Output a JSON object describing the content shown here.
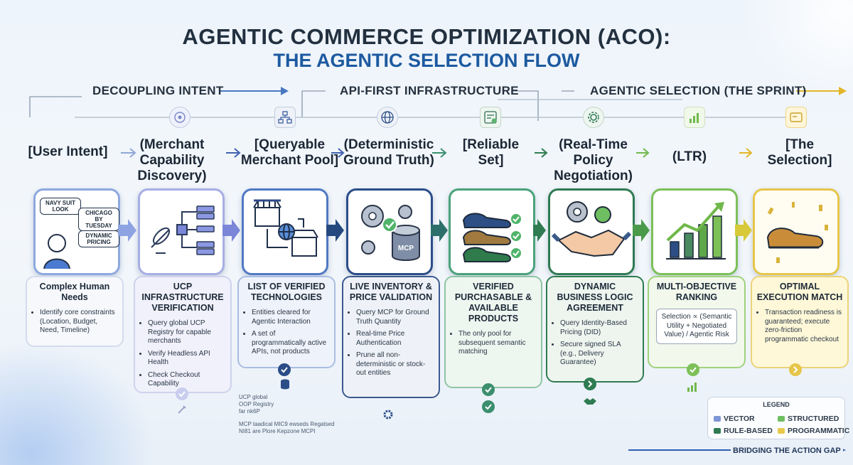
{
  "title_line1": "AGENTIC COMMERCE OPTIMIZATION (ACO):",
  "title_line2": "THE AGENTIC SELECTION FLOW",
  "phases": [
    "DECOUPLING INTENT",
    "API-FIRST INFRASTRUCTURE",
    "AGENTIC SELECTION (THE SPRINT)"
  ],
  "steps": [
    {
      "label": "[User Intent]",
      "panel_title": "Complex Human Needs",
      "bullets": [
        "Identify core constraints (Location, Budget, Need, Timeline)"
      ],
      "color": "#6c8ed8"
    },
    {
      "label": "(Merchant Capability Discovery)",
      "panel_title": "UCP INFRASTRUCTURE VERIFICATION",
      "bullets": [
        "Query global UCP Registry for capable merchants",
        "Verify Headless API Health",
        "Check Checkout Capability"
      ],
      "color": "#7b86d8"
    },
    {
      "label": "[Queryable Merchant Pool]",
      "panel_title": "LIST OF VERIFIED TECHNOLOGIES",
      "bullets": [
        "Entities cleared for Agentic Interaction",
        "A set of programmatically active APIs, not products"
      ],
      "color": "#3f62b0"
    },
    {
      "label": "(Deterministic Ground Truth)",
      "panel_title": "LIVE INVENTORY & PRICE VALIDATION",
      "bullets": [
        "Query MCP for Ground Truth Quantity",
        "Real-time Price Authentication",
        "Prune all non-deterministic or stock-out entities"
      ],
      "color": "#25497f"
    },
    {
      "label": "[Reliable Set]",
      "panel_title": "VERIFIED PURCHASABLE & AVAILABLE PRODUCTS",
      "bullets": [
        "The only pool for subsequent semantic matching"
      ],
      "color": "#3b8f6e"
    },
    {
      "label": "(Real-Time Policy Negotiation)",
      "panel_title": "DYNAMIC BUSINESS LOGIC AGREEMENT",
      "bullets": [
        "Query Identity-Based Pricing (DID)",
        "Secure signed SLA (e.g., Delivery Guarantee)"
      ],
      "color": "#2f7b52"
    },
    {
      "label": "(LTR)",
      "panel_title": "MULTI-OBJECTIVE RANKING",
      "formula": "Selection ∝ (Semantic Utility + Negotiated Value) / Agentic Risk",
      "color": "#6fb84a"
    },
    {
      "label": "[The Selection]",
      "panel_title": "OPTIMAL EXECUTION MATCH",
      "bullets": [
        "Transaction readiness is guaranteed; execute zero-friction programmatic checkout"
      ],
      "color": "#e5c73b"
    }
  ],
  "card1_bubbles": [
    "NAVY SUIT LOOK",
    "CHICAGO BY TUESDAY",
    "DYNAMIC PRICING"
  ],
  "card4_cylinder": "MCP",
  "side_note_1": "UCP global OOP Registry far nk6P",
  "side_note_2": "MCP taadical MIC9 ewseds Regatsed NI81 are Plore Kepzone MCPI",
  "legend": {
    "title": "LEGEND",
    "items": [
      {
        "label": "VECTOR",
        "color": "#7f96d6"
      },
      {
        "label": "STRUCTURED",
        "color": "#6fbf62"
      },
      {
        "label": "RULE-BASED",
        "color": "#2f7b52"
      },
      {
        "label": "PROGRAMMATIC",
        "color": "#e8c94a"
      }
    ]
  },
  "footer": "BRIDGING THE ACTION GAP"
}
